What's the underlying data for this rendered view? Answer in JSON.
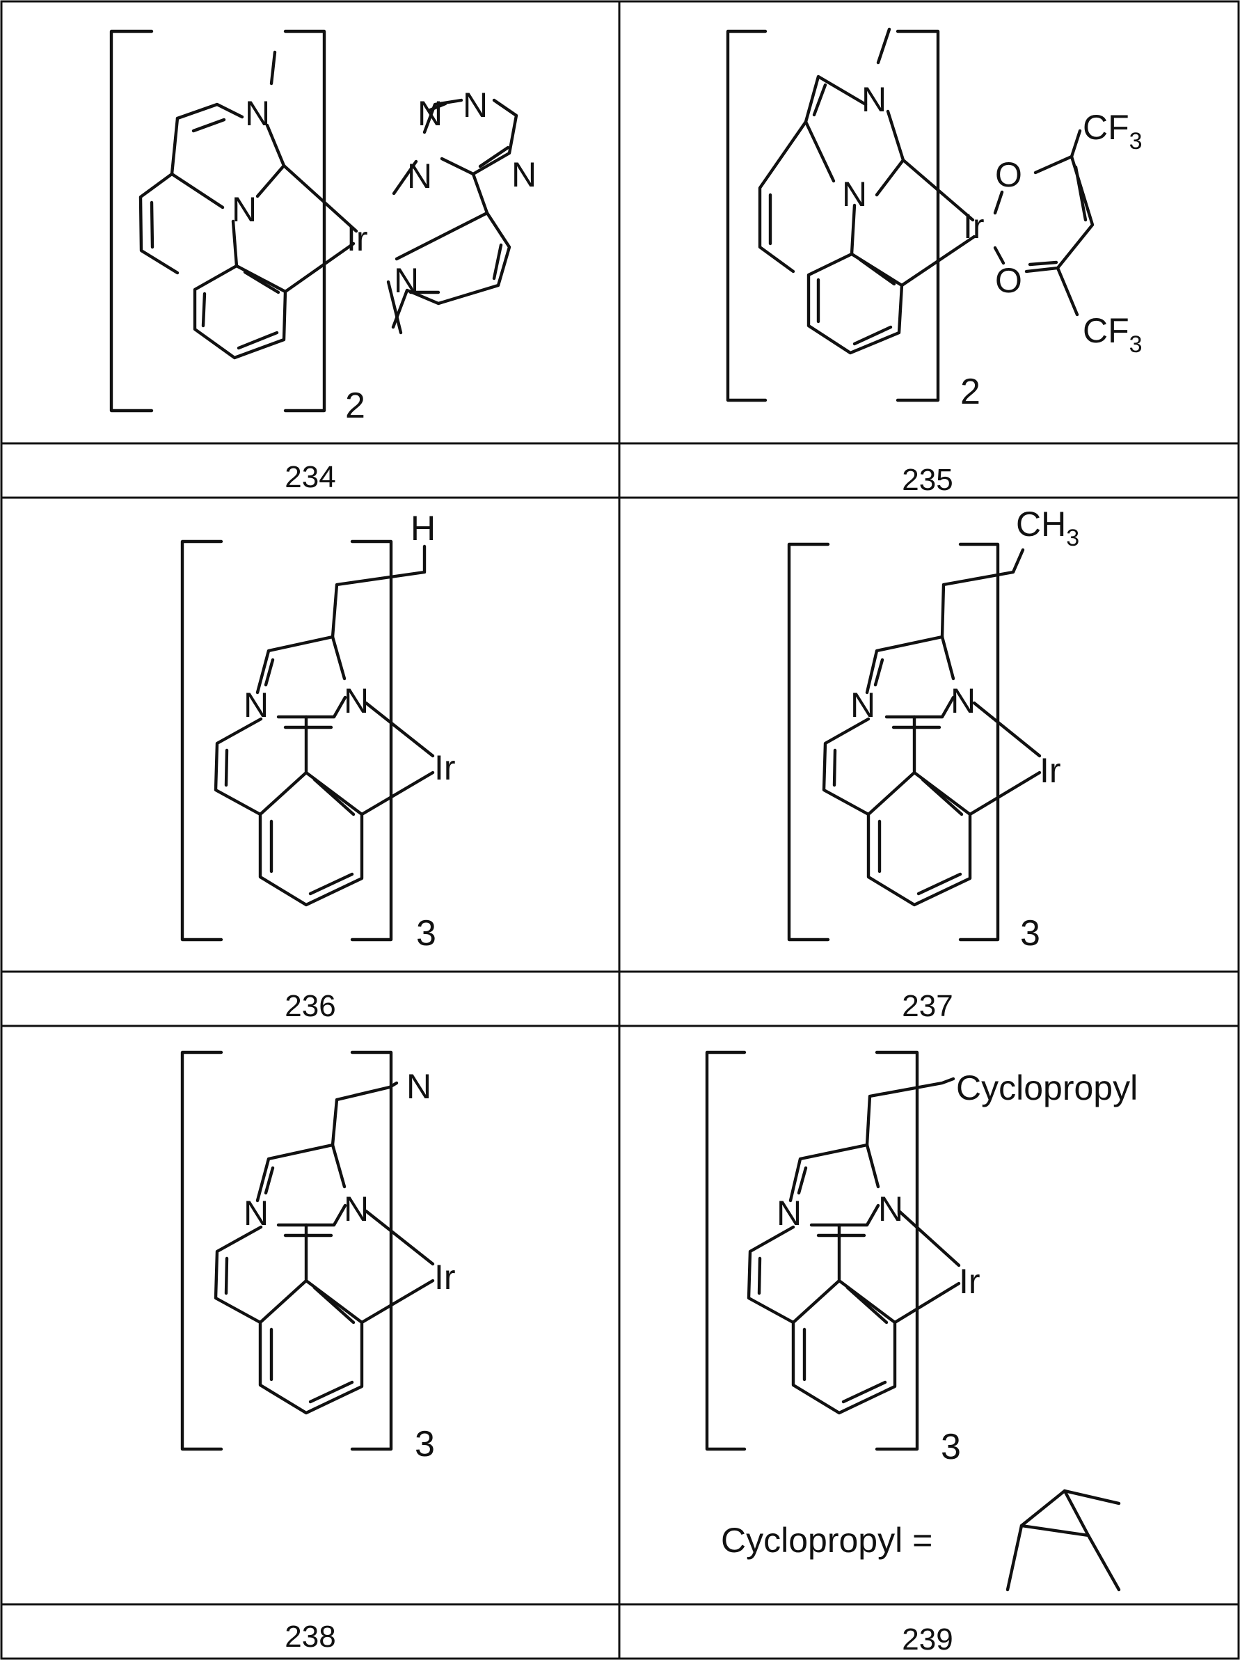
{
  "table": {
    "cells": [
      {
        "number": "234",
        "subscript": "2",
        "atoms": {
          "n1": "N",
          "n2": "N",
          "ir": "Ir",
          "t1": "N",
          "t2": "N",
          "t3": "N",
          "t4": "N",
          "py": "N"
        }
      },
      {
        "number": "235",
        "subscript": "2",
        "atoms": {
          "n1": "N",
          "n2": "N",
          "ir": "Ir",
          "o1": "O",
          "o2": "O",
          "cf3a": "CF",
          "cf3a_sub": "3",
          "cf3b": "CF",
          "cf3b_sub": "3"
        }
      },
      {
        "number": "236",
        "subscript": "3",
        "atoms": {
          "n1": "N",
          "n2": "N",
          "ir": "Ir",
          "r": "H"
        }
      },
      {
        "number": "237",
        "subscript": "3",
        "atoms": {
          "n1": "N",
          "n2": "N",
          "ir": "Ir",
          "r": "CH",
          "r_sub": "3"
        }
      },
      {
        "number": "238",
        "subscript": "3",
        "atoms": {
          "n1": "N",
          "n2": "N",
          "ir": "Ir",
          "r": "N"
        }
      },
      {
        "number": "239",
        "subscript": "3",
        "atoms": {
          "n1": "N",
          "n2": "N",
          "ir": "Ir",
          "r": "Cyclopropyl"
        },
        "definition": "Cyclopropyl ="
      }
    ]
  },
  "colors": {
    "ink": "#111111",
    "background": "#ffffff"
  }
}
